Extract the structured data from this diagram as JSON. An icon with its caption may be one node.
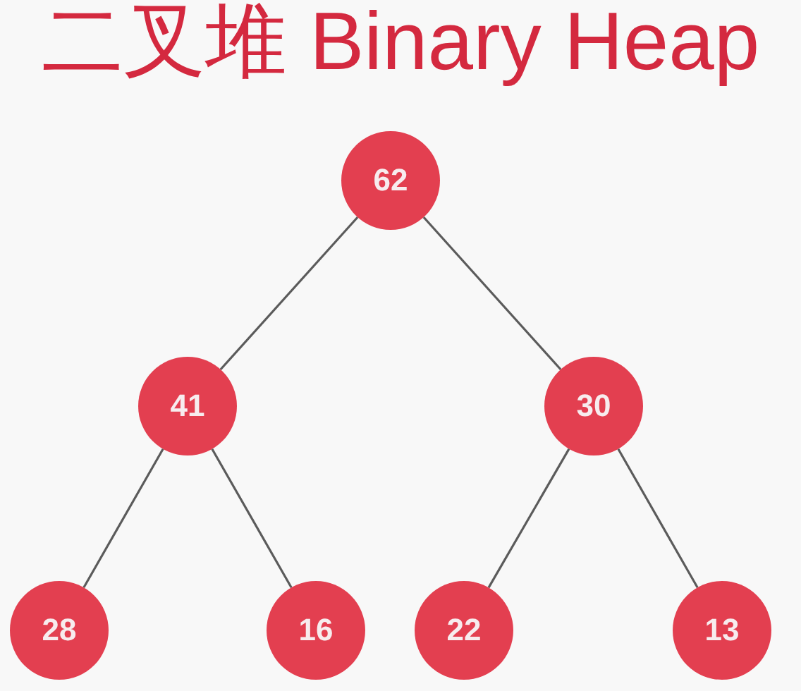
{
  "diagram": {
    "title": "二叉堆 Binary Heap",
    "nodes": [
      {
        "text": [
          "62"
        ]
      },
      {
        "text": [
          "41"
        ]
      },
      {
        "text": [
          "30"
        ]
      },
      {
        "text": [
          "28"
        ]
      },
      {
        "text": [
          "16"
        ]
      },
      {
        "text": [
          "22"
        ]
      },
      {
        "text": [
          "13"
        ]
      }
    ],
    "edges": [
      {
        "from": 0,
        "to": 1,
        "arrow": "none"
      },
      {
        "from": 0,
        "to": 2,
        "arrow": "none"
      },
      {
        "from": 1,
        "to": 3,
        "arrow": "none"
      },
      {
        "from": 1,
        "to": 4,
        "arrow": "none"
      },
      {
        "from": 2,
        "to": 5,
        "arrow": "none"
      },
      {
        "from": 2,
        "to": 6,
        "arrow": "none"
      }
    ]
  }
}
